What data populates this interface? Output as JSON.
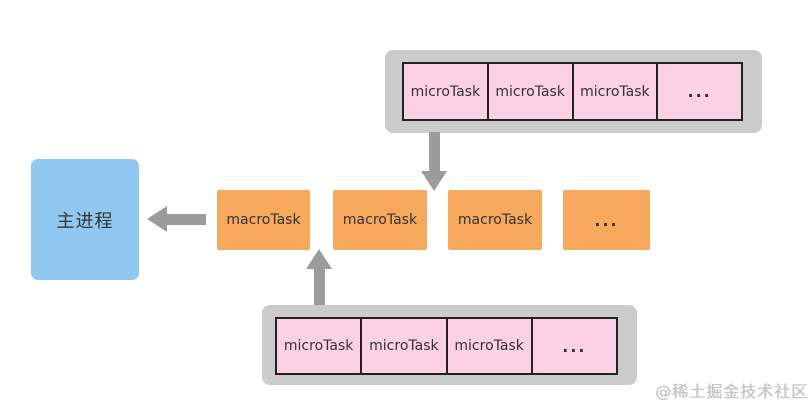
{
  "colors": {
    "queue-container": "#cbcbcb",
    "micro-cell": "#fcd1e4",
    "cell-border": "#222222",
    "macro-box": "#f6a95c",
    "main-process": "#90c8f1",
    "arrow": "#9b9b9b",
    "text": "#333333",
    "watermark": "#c4c4c4",
    "canvas-bg": "#ffffff"
  },
  "main_process": {
    "label": "主进程"
  },
  "queues": {
    "top_micro": {
      "cells": [
        "microTask",
        "microTask",
        "microTask",
        "..."
      ]
    },
    "macro": {
      "cells": [
        "macroTask",
        "macroTask",
        "macroTask",
        "..."
      ]
    },
    "bottom_micro": {
      "cells": [
        "microTask",
        "microTask",
        "microTask",
        "..."
      ]
    }
  },
  "watermark": "@稀土掘金技术社区"
}
